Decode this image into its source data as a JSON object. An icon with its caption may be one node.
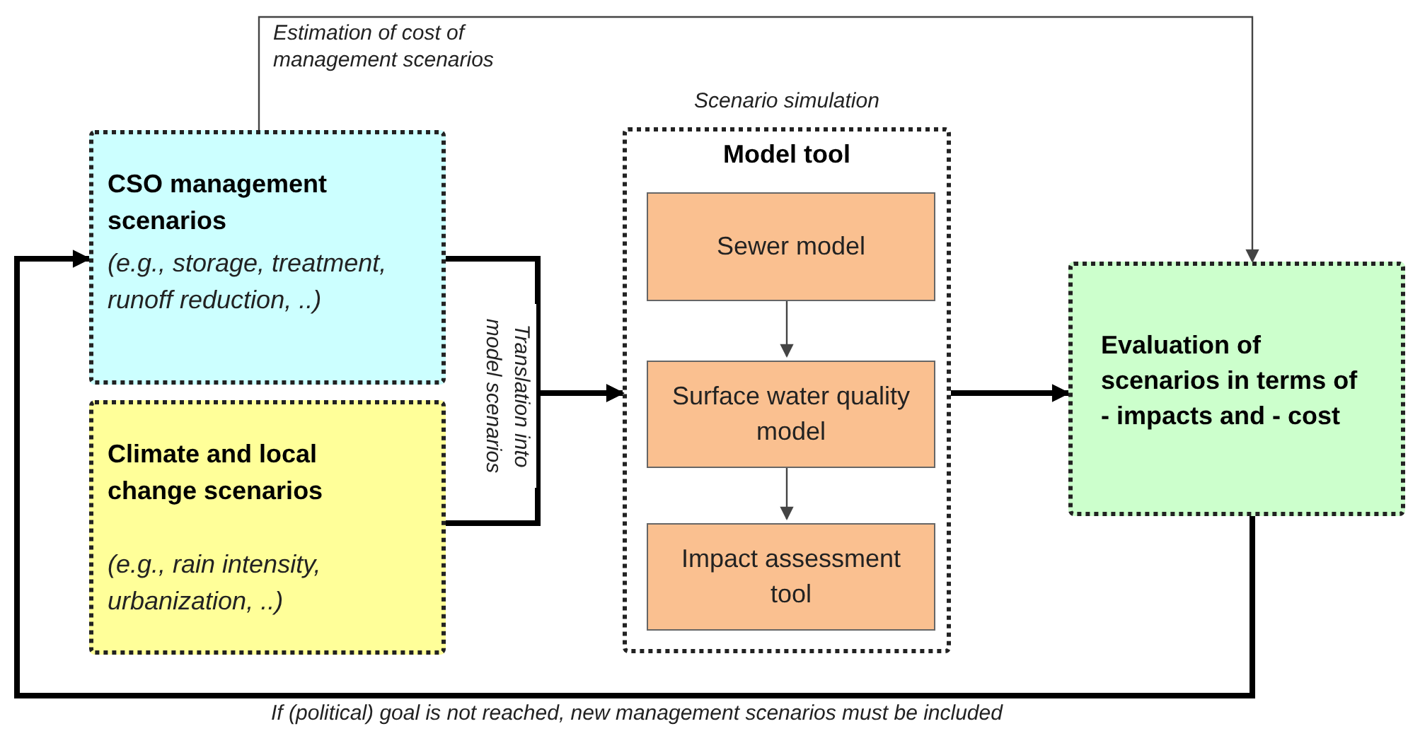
{
  "diagram": {
    "nodes": [
      {
        "text": [
          "CSO management scenarios",
          "(e.g., storage, treatment, runoff reduction, ..)"
        ]
      },
      {
        "text": [
          "Climate and local change scenarios",
          "(e.g., rain intensity, urbanization, ..)"
        ]
      },
      {
        "text": [
          "Model tool"
        ],
        "beside": [
          "Scenario simulation"
        ]
      },
      {
        "text": [
          "Sewer model"
        ],
        "in": 2
      },
      {
        "text": [
          "Surface water quality model"
        ],
        "in": 2
      },
      {
        "text": [
          "Impact assessment tool"
        ],
        "in": 2
      },
      {
        "text": [
          "Evaluation of scenarios in terms of - impacts and - cost"
        ]
      }
    ],
    "edges": [
      {
        "from": 0,
        "to": 2,
        "arrow": "to",
        "label": "Translation into model scenarios"
      },
      {
        "from": 1,
        "to": 2,
        "arrow": "to"
      },
      {
        "from": 3,
        "to": 4,
        "arrow": "to",
        "color": "#444444"
      },
      {
        "from": 4,
        "to": 5,
        "arrow": "to",
        "color": "#444444"
      },
      {
        "from": 2,
        "to": 6,
        "arrow": "to"
      },
      {
        "from": 0,
        "to": 6,
        "arrow": "to",
        "color": "#444444",
        "label": "Estimation of cost of management scenarios"
      },
      {
        "from": 6,
        "to": 0,
        "arrow": "to",
        "label": "If (political) goal is not reached, new management scenarios must be included"
      }
    ]
  }
}
